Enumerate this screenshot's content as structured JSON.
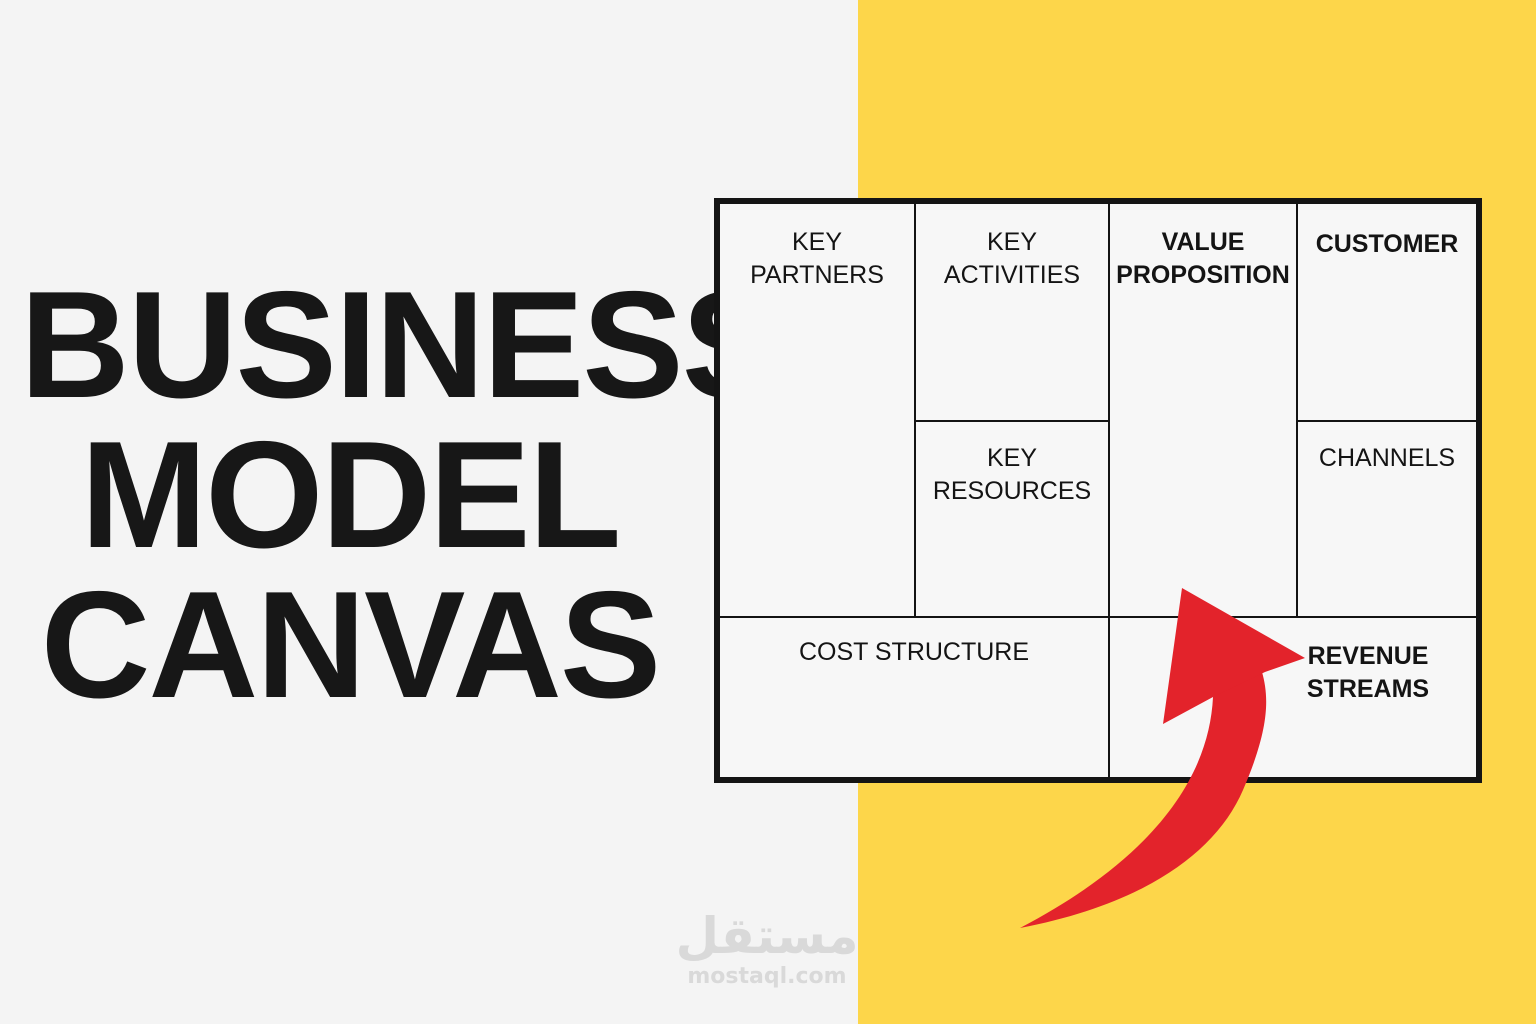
{
  "title": {
    "line1": "BUSINESS",
    "line2": "MODEL",
    "line3": "CANVAS"
  },
  "colors": {
    "left_background": "#f4f4f4",
    "right_background": "#fdd64a",
    "grid_lines": "#141414",
    "arrow": "#e3232b"
  },
  "canvas": {
    "key_partners": "KEY\nPARTNERS",
    "key_activities": "KEY\nACTIVITIES",
    "key_resources": "KEY\nRESOURCES",
    "value_proposition": "VALUE\nPROPOSITION",
    "customer": "CUSTOMER",
    "channels": "CHANNELS",
    "cost_structure": "COST STRUCTURE",
    "revenue_streams": "REVENUE\nSTREAMS"
  },
  "arrow": {
    "icon": "curved-arrow-icon",
    "direction": "up-right"
  },
  "watermark": {
    "arabic": "مستقل",
    "latin": "mostaql.com"
  }
}
